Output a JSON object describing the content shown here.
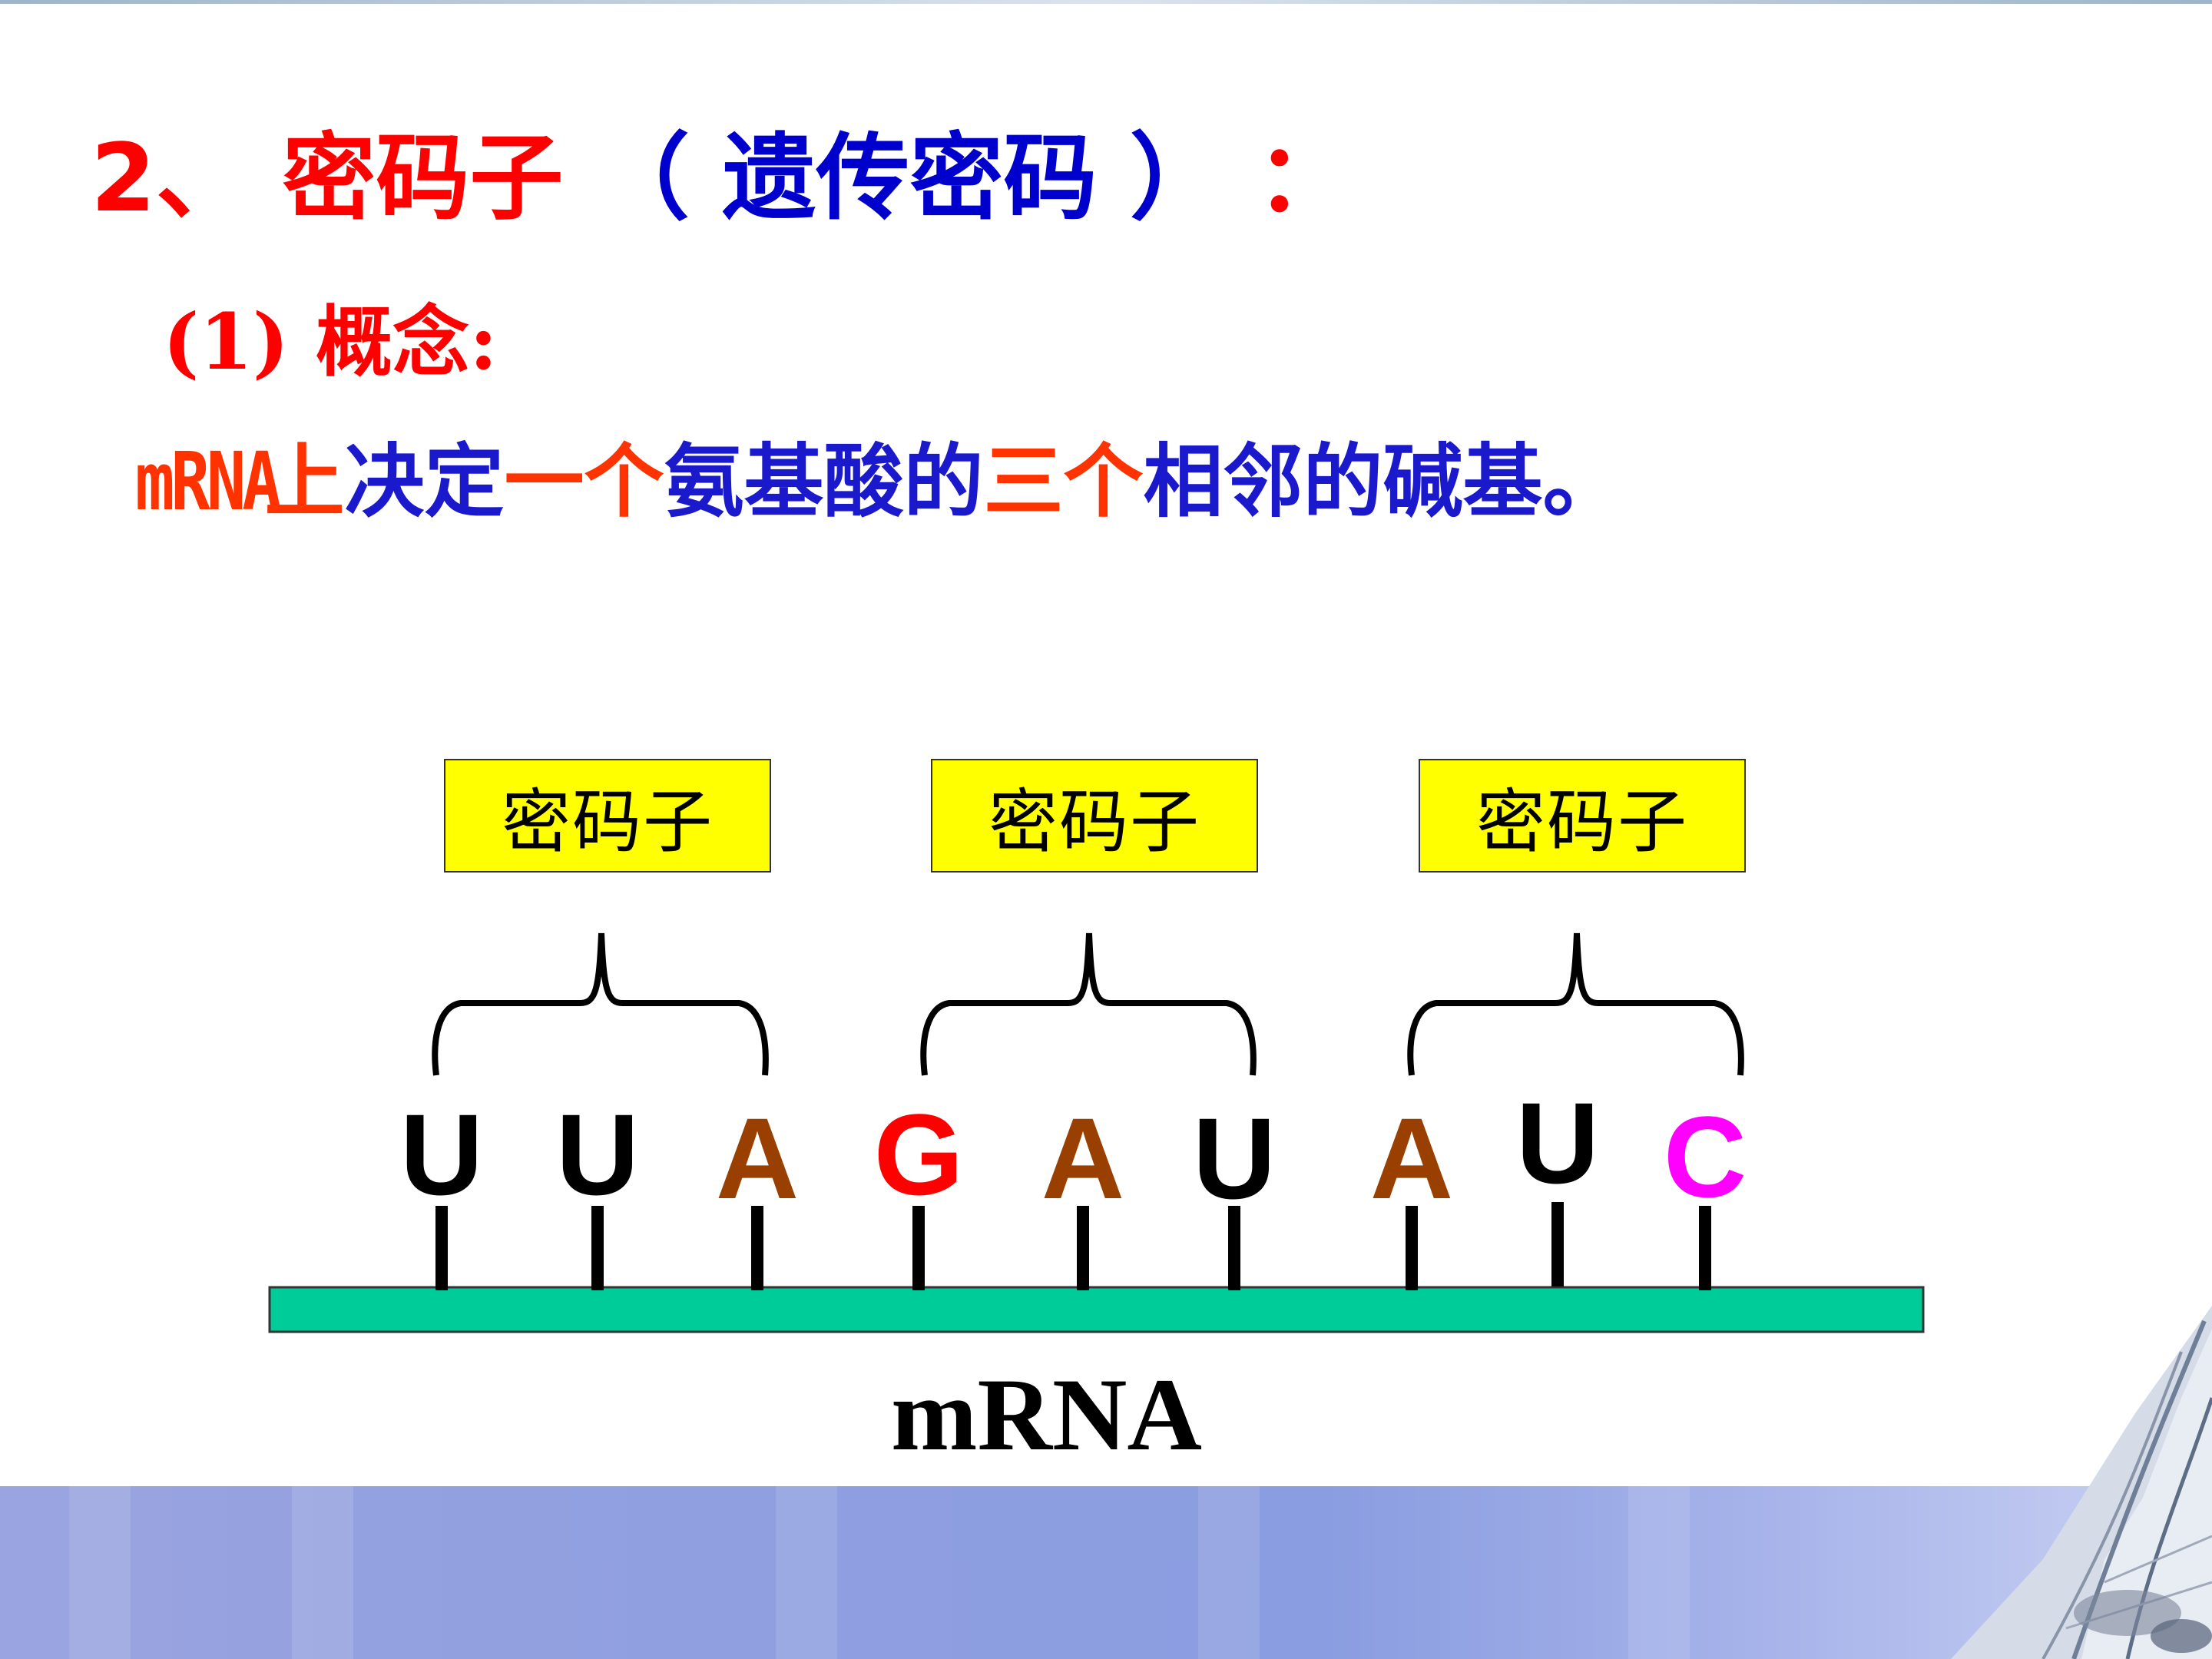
{
  "heading": {
    "number": "2、",
    "term": "密码子",
    "paren_open": "（",
    "alt_term": "遗传密码",
    "paren_close": "）",
    "colon": "："
  },
  "subheading": "(1) 概念:",
  "definition": [
    {
      "text": "mRNA",
      "color": "#ff3300"
    },
    {
      "text": "上",
      "color": "#ff3300"
    },
    {
      "text": "决定",
      "color": "#1a1acc"
    },
    {
      "text": "一个",
      "color": "#ff3300"
    },
    {
      "text": "氨基酸的",
      "color": "#1a1acc"
    },
    {
      "text": "三个",
      "color": "#ff3300"
    },
    {
      "text": "相邻的碱基。",
      "color": "#1a1acc"
    }
  ],
  "codon_labels": [
    "密码子",
    "密码子",
    "密码子"
  ],
  "bases": [
    {
      "letter": "U",
      "color": "#000000"
    },
    {
      "letter": "U",
      "color": "#000000"
    },
    {
      "letter": "A",
      "color": "#994000"
    },
    {
      "letter": "G",
      "color": "#ff0000"
    },
    {
      "letter": "A",
      "color": "#994000"
    },
    {
      "letter": "U",
      "color": "#000000"
    },
    {
      "letter": "A",
      "color": "#994000"
    },
    {
      "letter": "U",
      "color": "#000000"
    },
    {
      "letter": "C",
      "color": "#ff00ff"
    }
  ],
  "strand_label": "mRNA",
  "colors": {
    "heading_red": "#ff0000",
    "heading_blue": "#0000cc",
    "codon_box": "#ffff00",
    "strand": "#00cc99",
    "footer": "#909fe0"
  }
}
